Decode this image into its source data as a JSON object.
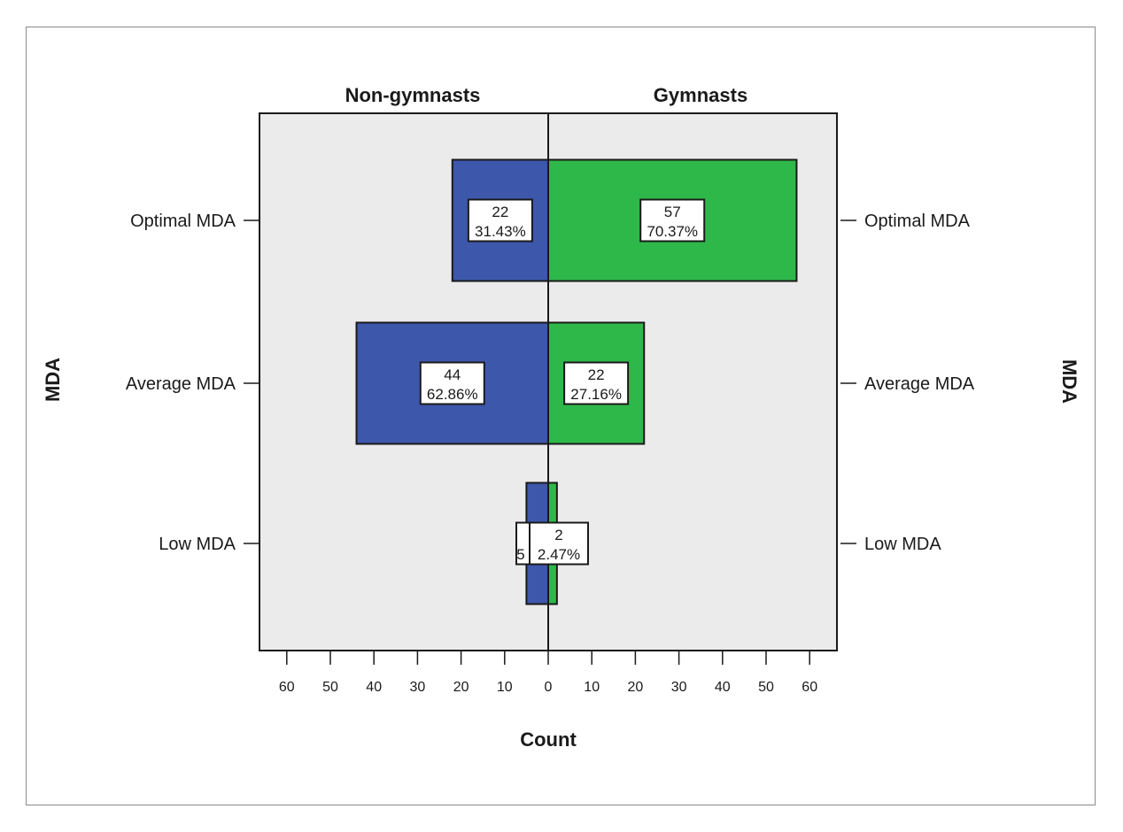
{
  "chart_data": {
    "type": "bar",
    "orientation": "horizontal",
    "layout": "population-pyramid",
    "panel_titles": [
      "Non-gymnasts",
      "Gymnasts"
    ],
    "categories": [
      "Optimal MDA",
      "Average MDA",
      "Low MDA"
    ],
    "series": [
      {
        "name": "Non-gymnasts",
        "side": "left",
        "values": [
          22,
          44,
          5
        ],
        "labels": [
          {
            "count": "22",
            "percent": "31.43%"
          },
          {
            "count": "44",
            "percent": "62.86%"
          },
          {
            "count": "5",
            "percent": ""
          }
        ]
      },
      {
        "name": "Gymnasts",
        "side": "right",
        "values": [
          57,
          22,
          2
        ],
        "labels": [
          {
            "count": "57",
            "percent": "70.37%"
          },
          {
            "count": "22",
            "percent": "27.16%"
          },
          {
            "count": "2",
            "percent": "2.47%"
          }
        ]
      }
    ],
    "xlabel": "Count",
    "ylabel_left": "MDA",
    "ylabel_right": "MDA",
    "xlim": [
      0,
      66
    ],
    "xticks": [
      0,
      10,
      20,
      30,
      40,
      50,
      60
    ],
    "grid": false,
    "legend": "none",
    "colors": {
      "left": "#3d57ab",
      "right": "#2fb84a",
      "plot_background": "#ebebeb",
      "label_box": "#ffffff",
      "edge": "#1a1a1a"
    }
  }
}
